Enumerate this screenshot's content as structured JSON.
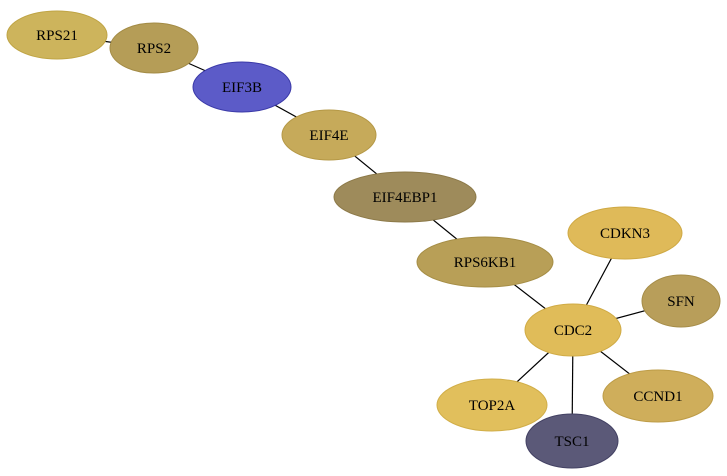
{
  "network": {
    "nodes": [
      {
        "id": "RPS21",
        "label": "RPS21",
        "color": "#cdb45c",
        "stroke": "#bfa444"
      },
      {
        "id": "RPS2",
        "label": "RPS2",
        "color": "#b59d57",
        "stroke": "#a38b45"
      },
      {
        "id": "EIF3B",
        "label": "EIF3B",
        "color": "#5c5bc8",
        "stroke": "#3a39a8"
      },
      {
        "id": "EIF4E",
        "label": "EIF4E",
        "color": "#c6aa5a",
        "stroke": "#b59846"
      },
      {
        "id": "EIF4EBP1",
        "label": "EIF4EBP1",
        "color": "#9e8b5b",
        "stroke": "#8c7948"
      },
      {
        "id": "RPS6KB1",
        "label": "RPS6KB1",
        "color": "#b89f57",
        "stroke": "#a58d45"
      },
      {
        "id": "CDKN3",
        "label": "CDKN3",
        "color": "#dfba59",
        "stroke": "#cfa944"
      },
      {
        "id": "SFN",
        "label": "SFN",
        "color": "#b89e5a",
        "stroke": "#a58c48"
      },
      {
        "id": "CDC2",
        "label": "CDC2",
        "color": "#e0bc59",
        "stroke": "#d0ab45"
      },
      {
        "id": "CCND1",
        "label": "CCND1",
        "color": "#cfae5b",
        "stroke": "#bd9c47"
      },
      {
        "id": "TOP2A",
        "label": "TOP2A",
        "color": "#e1bf5c",
        "stroke": "#d1ae48"
      },
      {
        "id": "TSC1",
        "label": "TSC1",
        "color": "#5b5978",
        "stroke": "#434163"
      }
    ],
    "edges": [
      [
        "RPS21",
        "RPS2"
      ],
      [
        "RPS2",
        "EIF3B"
      ],
      [
        "EIF3B",
        "EIF4E"
      ],
      [
        "EIF4E",
        "EIF4EBP1"
      ],
      [
        "EIF4EBP1",
        "RPS6KB1"
      ],
      [
        "RPS6KB1",
        "CDC2"
      ],
      [
        "CDC2",
        "CDKN3"
      ],
      [
        "CDC2",
        "SFN"
      ],
      [
        "CDC2",
        "CCND1"
      ],
      [
        "CDC2",
        "TOP2A"
      ],
      [
        "CDC2",
        "TSC1"
      ]
    ]
  }
}
